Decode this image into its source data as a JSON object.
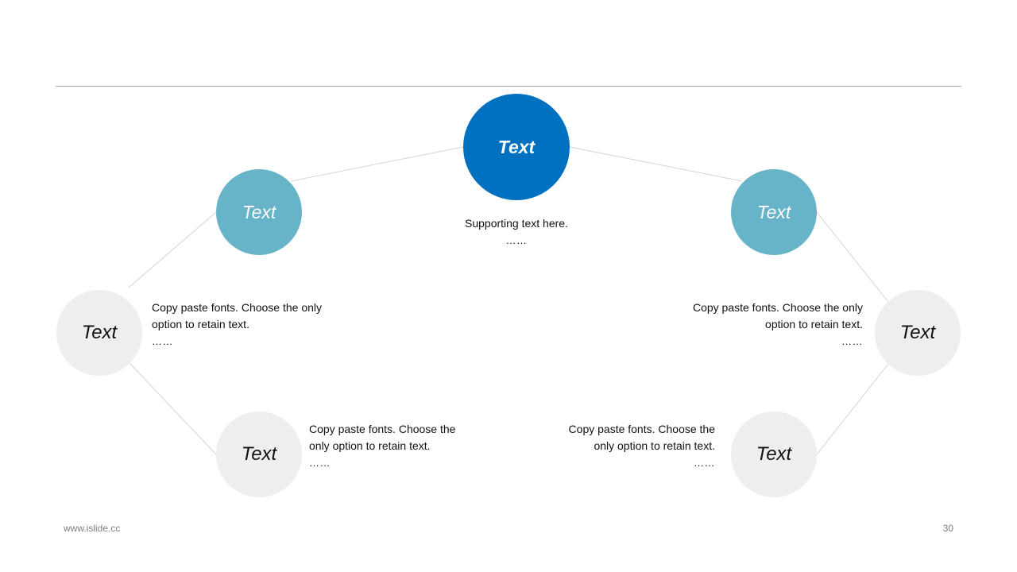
{
  "nodes": {
    "main": "Text",
    "mid_left": "Text",
    "mid_right": "Text",
    "outer_left": "Text",
    "outer_right": "Text",
    "bottom_left": "Text",
    "bottom_right": "Text"
  },
  "descriptions": {
    "center": {
      "line1": "Supporting  text here.",
      "dots": "……"
    },
    "left": {
      "line1": "Copy paste fonts. Choose the only",
      "line2": "option to retain text.",
      "dots": "……"
    },
    "right": {
      "line1": "Copy paste fonts. Choose the only",
      "line2": "option to retain text.",
      "dots": "……"
    },
    "bottom_left": {
      "line1": "Copy paste fonts. Choose the",
      "line2": "only option to retain text.",
      "dots": "……"
    },
    "bottom_right": {
      "line1": "Copy paste fonts. Choose the",
      "line2": "only option to retain text.",
      "dots": "……"
    }
  },
  "footer": {
    "url": "www.islide.cc",
    "page_number": "30"
  },
  "colors": {
    "main": "#0070c0",
    "secondary": "#67b4c9",
    "tertiary": "#ececec",
    "connector": "#d4d4d4"
  }
}
